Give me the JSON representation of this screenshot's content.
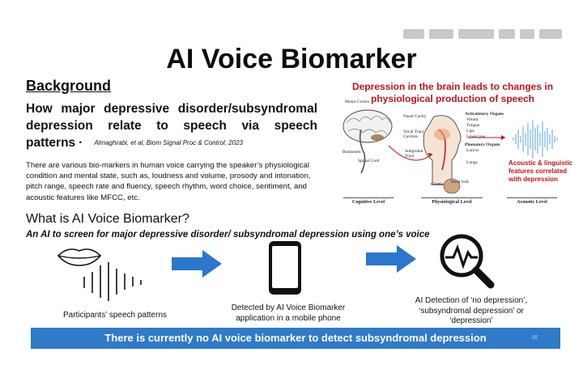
{
  "slide": {
    "title": "AI Voice Biomarker",
    "page_number": "16"
  },
  "background": {
    "heading": "Background",
    "question": "How major depressive disorder/subsyndromal depression relate to speech via speech patterns",
    "citation": "Almaghrabi, et al, Biom Signal Proc & Control, 2023",
    "body": "There are various bio-markers in human voice carrying the speaker’s physiological condition and mental state, such as, loudness and volume, prosody and intonation, pitch range, speech rate and fluency, speech rhythm, word choice, sentiment, and acoustic features like MFCC, etc."
  },
  "figure": {
    "title": "Depression in the brain leads to changes in physiological production of speech",
    "labels": {
      "motor_cortex": "Motor Cortex",
      "brainstem": "Brainstem",
      "spinal_cord": "Spinal Cord",
      "nasal_cavity": "Nasal Cavity",
      "vocal_tract_cavities": "Vocal Tract Cavities",
      "subglottal_tract": "Subglottal Tract",
      "glottis": "Glottis",
      "vocal_fold": "Vocal fold",
      "lungs": "Lungs",
      "articulatory_organs": "Articulatory Organs",
      "velum": "Velum",
      "tongue": "Tongue",
      "lips": "Lips",
      "lower_jaw": "Lower jaw",
      "phonatory_organs": "Phonatory Organs",
      "larynx": "Larynx"
    },
    "levels": {
      "cognitive": "Cognitive Level",
      "physiological": "Physiological Level",
      "acoustic": "Acoustic Level"
    },
    "acoustic_note": "Acoustic & linguistic features correlated with depression"
  },
  "what": {
    "heading": "What is AI Voice Biomarker?",
    "subheading": "An AI to screen for major depressive disorder/ subsyndromal depression using one’s voice"
  },
  "steps": {
    "participants": "Participants’ speech patterns",
    "detected": "Detected by AI Voice Biomarker application in a mobile phone",
    "ai_detection": "AI Detection of ‘no depression’, ‘subsyndromal depression’ or ‘depression’"
  },
  "banner": {
    "before": "There is currently ",
    "emphasis": "no",
    "after": " AI voice biomarker to detect subsyndromal depression"
  },
  "colors": {
    "accent_red": "#c0141c",
    "banner_blue": "#2f7ac9",
    "arrow_blue": "#2a77cc",
    "waveform_blue": "#2f8fd6"
  },
  "icons": [
    "lips-icon",
    "sound-wave-icon",
    "arrow-right-icon",
    "mobile-phone-icon",
    "magnifier-pulse-icon",
    "brain-icon",
    "head-anatomy-icon",
    "waveform-icon"
  ]
}
